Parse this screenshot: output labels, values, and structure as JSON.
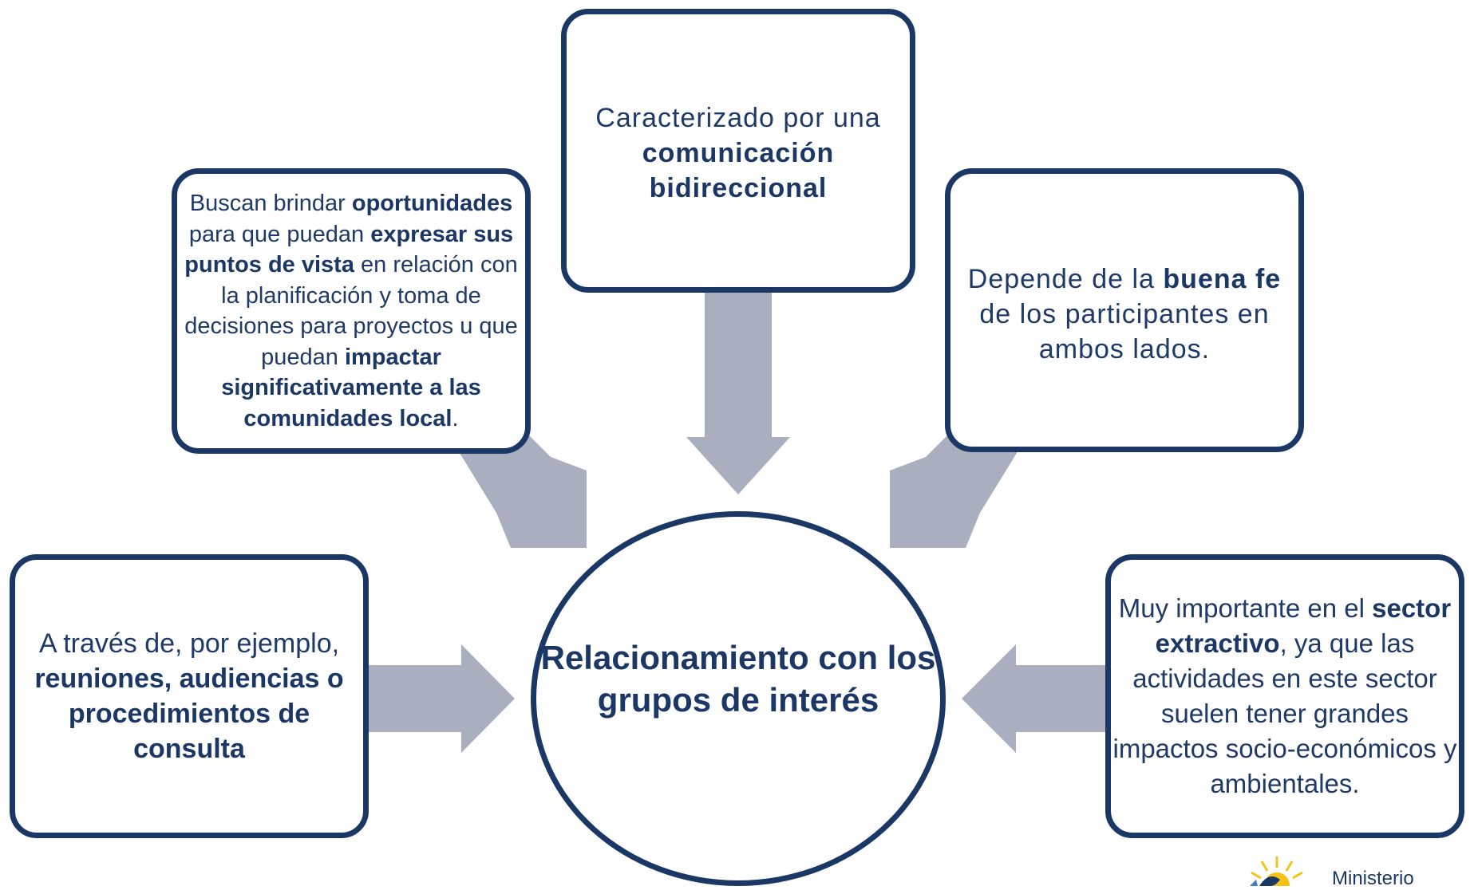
{
  "diagram": {
    "center": {
      "label": "Relacionamiento con los grupos de interés"
    },
    "top": {
      "segments": [
        {
          "text": "Caracterizado por una ",
          "bold": false
        },
        {
          "text": "comunicación bidireccional",
          "bold": true
        }
      ]
    },
    "left_upper": {
      "segments": [
        {
          "text": "Buscan brindar ",
          "bold": false
        },
        {
          "text": "oportunidades",
          "bold": true
        },
        {
          "text": " para que puedan ",
          "bold": false
        },
        {
          "text": "expresar sus puntos de vista",
          "bold": true
        },
        {
          "text": " en relación con la planificación y toma de decisiones  para proyectos u que puedan ",
          "bold": false
        },
        {
          "text": "impactar significativamente a las comunidades local",
          "bold": true
        },
        {
          "text": ".",
          "bold": false
        }
      ]
    },
    "right_upper": {
      "segments": [
        {
          "text": "Depende de la ",
          "bold": false
        },
        {
          "text": "buena fe",
          "bold": true
        },
        {
          "text": " de los participantes en ambos lados.",
          "bold": false
        }
      ]
    },
    "left_lower": {
      "segments": [
        {
          "text": "A  través de, por ejemplo, ",
          "bold": false
        },
        {
          "text": "reuniones, audiencias o procedimientos de consulta",
          "bold": true
        }
      ]
    },
    "right_lower": {
      "segments": [
        {
          "text": "Muy importante en el ",
          "bold": false
        },
        {
          "text": "sector extractivo",
          "bold": true
        },
        {
          "text": ", ya que las actividades en este sector suelen tener grandes impactos socio-económicos y ambientales.",
          "bold": false
        }
      ]
    }
  },
  "logo": {
    "text": "Ministerio"
  },
  "colors": {
    "border": "#1b3766",
    "arrow": "#a9afbf",
    "text": "#1f3a68"
  }
}
